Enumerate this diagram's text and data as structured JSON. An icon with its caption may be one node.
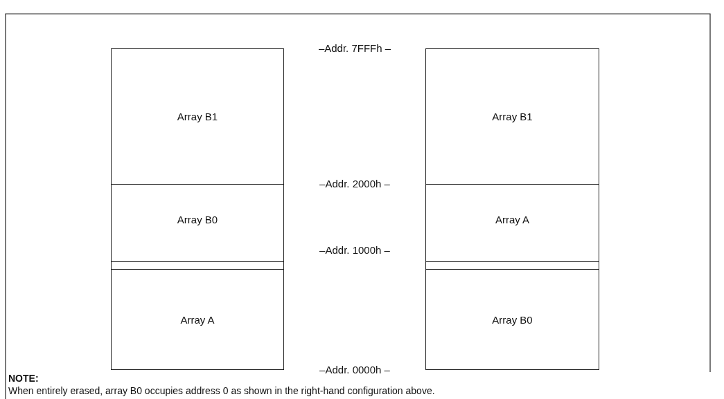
{
  "diagram": {
    "nodes": [
      {
        "text": [
          "Array B1"
        ]
      },
      {
        "text": [
          "Array B0"
        ]
      },
      {
        "text": [],
        "shape": "box"
      },
      {
        "text": [
          "Array A"
        ]
      },
      {
        "text": [
          "Array B1"
        ]
      },
      {
        "text": [
          "Array A"
        ]
      },
      {
        "text": [],
        "shape": "box"
      },
      {
        "text": [
          "Array B0"
        ]
      }
    ],
    "labels": [
      "–Addr. 7FFFh –",
      "–Addr. 2000h –",
      "–Addr. 1000h –",
      "–Addr. 0000h –",
      "NOTE:",
      "When entirely erased, array B0 occupies address 0 as shown in the right-hand configuration above."
    ]
  }
}
